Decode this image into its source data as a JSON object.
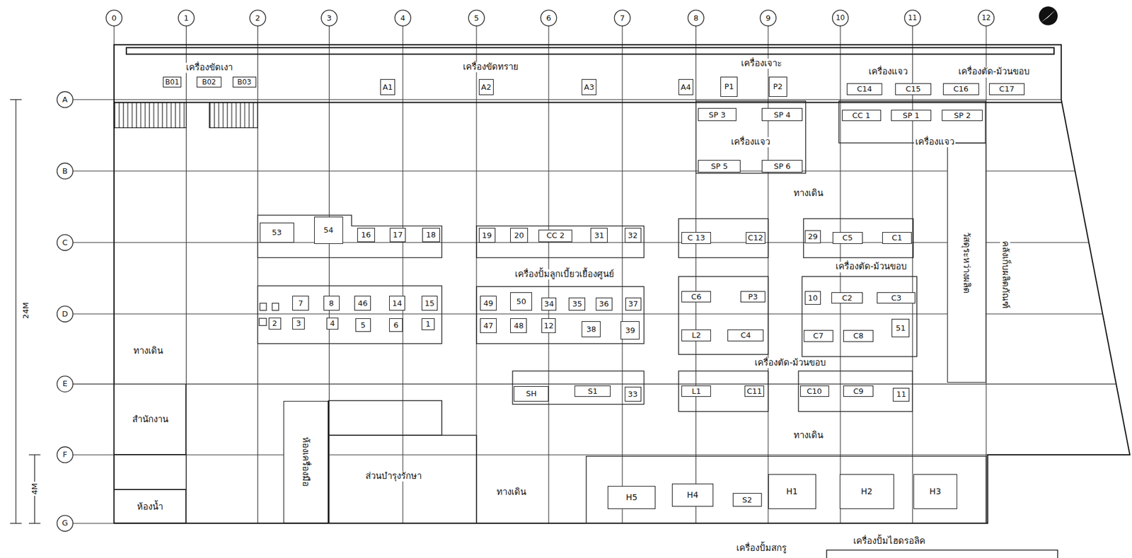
{
  "diagram": {
    "nodes": [
      {
        "text": [
          "B01"
        ]
      },
      {
        "text": [
          "B02"
        ]
      },
      {
        "text": [
          "B03"
        ]
      },
      {
        "text": [
          "A1"
        ]
      },
      {
        "text": [
          "A2"
        ]
      },
      {
        "text": [
          "A3"
        ]
      },
      {
        "text": [
          "A4"
        ]
      },
      {
        "text": [
          "P1"
        ]
      },
      {
        "text": [
          "P2"
        ]
      },
      {
        "text": [
          "C14"
        ]
      },
      {
        "text": [
          "C15"
        ]
      },
      {
        "text": [
          "C16"
        ]
      },
      {
        "text": [
          "C17"
        ]
      },
      {
        "text": [
          "SP 3"
        ]
      },
      {
        "text": [
          "SP 4"
        ]
      },
      {
        "text": [
          "CC 1"
        ]
      },
      {
        "text": [
          "SP 1"
        ]
      },
      {
        "text": [
          "SP 2"
        ]
      },
      {
        "text": [
          "SP 5"
        ]
      },
      {
        "text": [
          "SP 6"
        ]
      },
      {
        "text": [
          "วัสดุระหว่างผลิต"
        ]
      },
      {
        "text": [
          "53"
        ]
      },
      {
        "text": [
          "54"
        ]
      },
      {
        "text": [
          "16"
        ]
      },
      {
        "text": [
          "17"
        ]
      },
      {
        "text": [
          "18"
        ]
      },
      {
        "text": [
          "19"
        ]
      },
      {
        "text": [
          "20"
        ]
      },
      {
        "text": [
          "CC 2"
        ]
      },
      {
        "text": [
          "31"
        ]
      },
      {
        "text": [
          "32"
        ]
      },
      {
        "text": [
          "C 13"
        ]
      },
      {
        "text": [
          "C12"
        ]
      },
      {
        "text": [
          "29"
        ]
      },
      {
        "text": [
          "C5"
        ]
      },
      {
        "text": [
          "C1"
        ]
      },
      {
        "text": [
          "7"
        ]
      },
      {
        "text": [
          "8"
        ]
      },
      {
        "text": [
          "46"
        ]
      },
      {
        "text": [
          "14"
        ]
      },
      {
        "text": [
          "15"
        ]
      },
      {
        "text": [
          "49"
        ]
      },
      {
        "text": [
          "50"
        ]
      },
      {
        "text": [
          "34"
        ]
      },
      {
        "text": [
          "35"
        ]
      },
      {
        "text": [
          "36"
        ]
      },
      {
        "text": [
          "37"
        ]
      },
      {
        "text": [
          "C6"
        ]
      },
      {
        "text": [
          "P3"
        ]
      },
      {
        "text": [
          "10"
        ]
      },
      {
        "text": [
          "C2"
        ]
      },
      {
        "text": [
          "C3"
        ]
      },
      {
        "text": [
          "2"
        ]
      },
      {
        "text": [
          "3"
        ]
      },
      {
        "text": [
          "4"
        ]
      },
      {
        "text": [
          "5"
        ]
      },
      {
        "text": [
          "6"
        ]
      },
      {
        "text": [
          "1"
        ]
      },
      {
        "text": [
          "47"
        ]
      },
      {
        "text": [
          "48"
        ]
      },
      {
        "text": [
          "12"
        ]
      },
      {
        "text": [
          "38"
        ]
      },
      {
        "text": [
          "39"
        ]
      },
      {
        "text": [
          "L2"
        ]
      },
      {
        "text": [
          "C4"
        ]
      },
      {
        "text": [
          "C7"
        ]
      },
      {
        "text": [
          "C8"
        ]
      },
      {
        "text": [
          "51"
        ]
      },
      {
        "text": [
          "SH"
        ]
      },
      {
        "text": [
          "S1"
        ]
      },
      {
        "text": [
          "33"
        ]
      },
      {
        "text": [
          "L1"
        ]
      },
      {
        "text": [
          "C11"
        ]
      },
      {
        "text": [
          "C10"
        ]
      },
      {
        "text": [
          "C9"
        ]
      },
      {
        "text": [
          "11"
        ]
      },
      {
        "text": [
          "สำนักงาน"
        ]
      },
      {
        "text": [
          "ห้องเครื่องมือ"
        ]
      },
      {
        "text": [
          "ห้องน้ำ"
        ]
      },
      {
        "text": [
          "H5"
        ]
      },
      {
        "text": [
          "H4"
        ]
      },
      {
        "text": [
          "S2"
        ]
      },
      {
        "text": [
          "H1"
        ]
      },
      {
        "text": [
          "H2"
        ]
      },
      {
        "text": [
          "H3"
        ]
      }
    ],
    "labels": [
      "0",
      "1",
      "2",
      "3",
      "4",
      "5",
      "6",
      "7",
      "8",
      "9",
      "10",
      "11",
      "12",
      "A",
      "B",
      "C",
      "D",
      "E",
      "F",
      "G",
      "24M",
      "4M",
      "เครื่องขัดเงา",
      "เครื่องขัดทราย",
      "เครื่องเจาะ",
      "เครื่องแจว",
      "เครื่องตัด-ม้วนขอบ",
      "เครื่องแจว",
      "เครื่องแจว",
      "ทางเดิน",
      "เครื่องปั้มลูกเบี้ยวเยื้องศูนย์",
      "เครื่องตัด-ม้วนขอบ",
      "เครื่องตัด-ม้วนขอบ",
      "ทางเดิน",
      "ทางเดิน",
      "ส่วนบำรุงรักษา",
      "ทางเดิน",
      "คลังเก็บผลิตภัณฑ์",
      "เครื่องปั้มไฮดรอลิค",
      "เครื่องปั้มสกรู"
    ]
  }
}
